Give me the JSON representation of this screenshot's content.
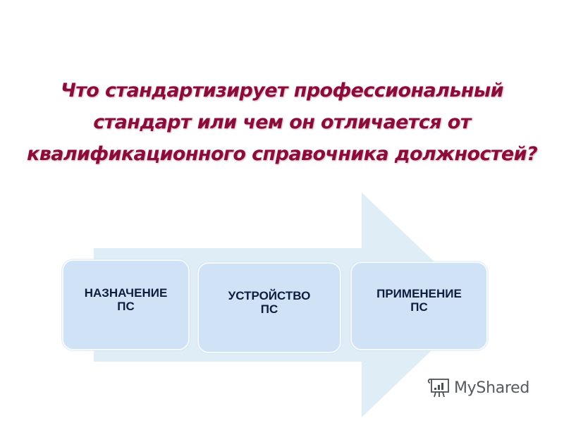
{
  "slide": {
    "title_lines": [
      "Что стандартизирует профессиональный",
      "стандарт или чем он отличается от",
      "квалификационного справочника должностей?"
    ],
    "diagram": {
      "type": "process-arrow",
      "steps": [
        {
          "label": "НАЗНАЧЕНИЕ\nПС"
        },
        {
          "label": "УСТРОЙСТВО\nПС"
        },
        {
          "label": "ПРИМЕНЕНИЕ\nПС"
        }
      ]
    },
    "colors": {
      "title": "#8b0b3b",
      "arrow_fill": "#deedf6",
      "box_fill": "#cfe2f6",
      "box_text": "#0f1d3d"
    },
    "watermark": {
      "icon": "presentation-board-icon",
      "text": "MyShared"
    }
  }
}
